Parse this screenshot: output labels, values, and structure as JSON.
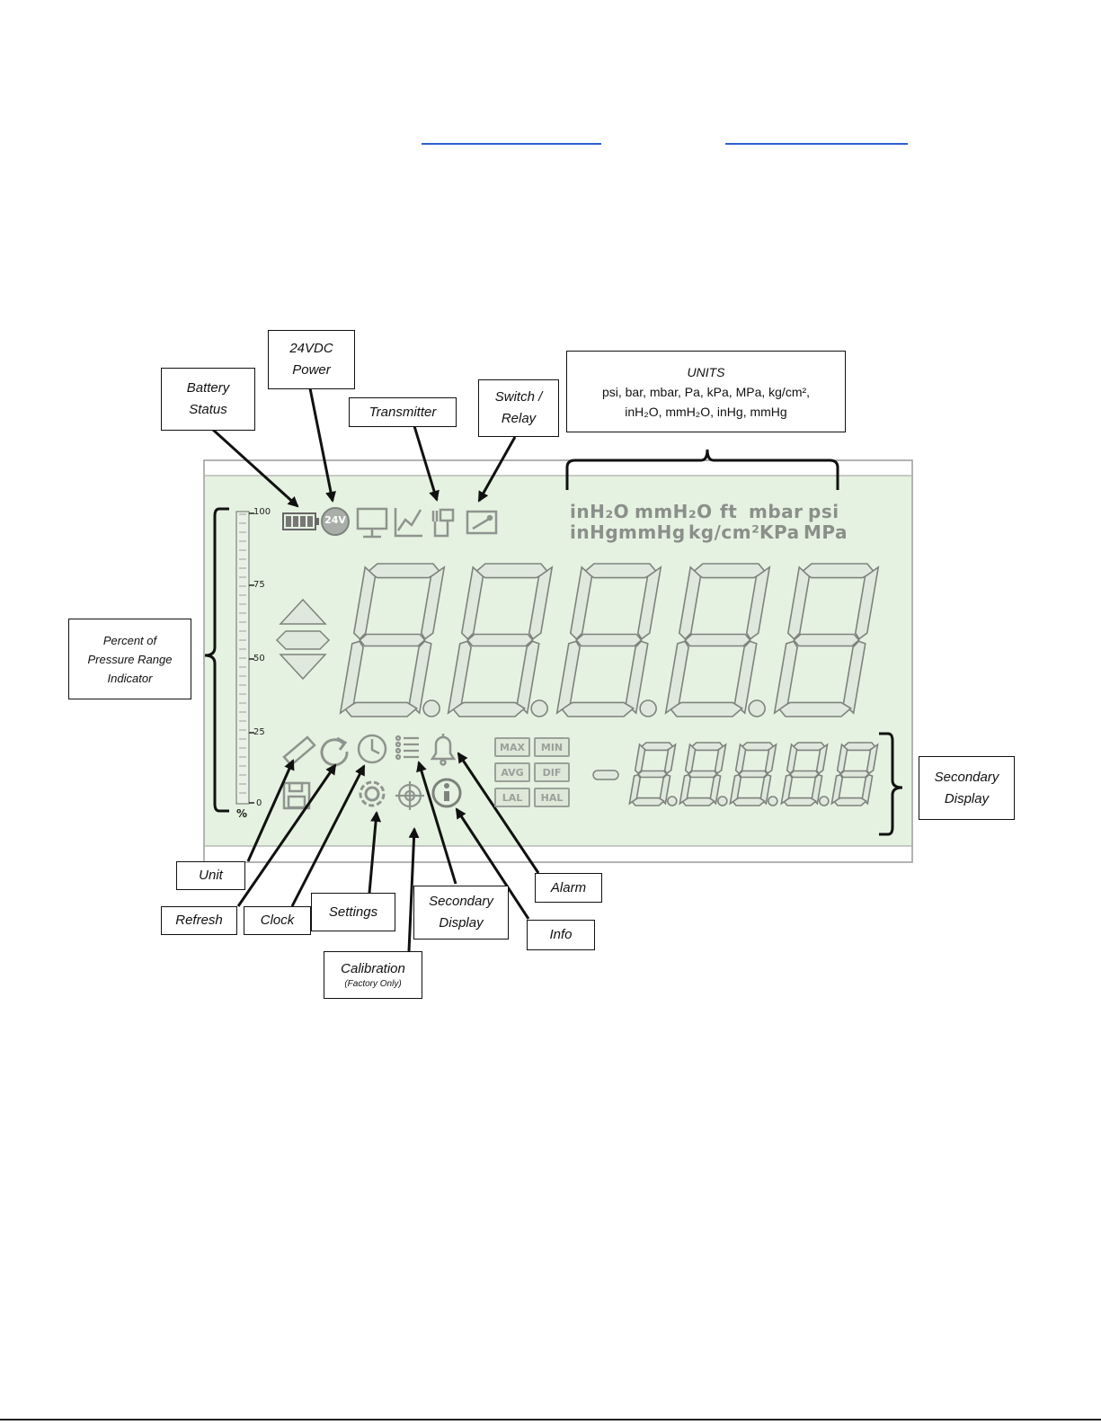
{
  "header_links": [
    "",
    ""
  ],
  "callouts": {
    "battery": "Battery\nStatus",
    "power": "24VDC\nPower",
    "transmitter": "Transmitter",
    "switch": "Switch /\nRelay",
    "units_title": "UNITS",
    "units_line1": "psi, bar, mbar, Pa, kPa, MPa, kg/cm²,",
    "units_line2": "inH₂O, mmH₂O, inHg, mmHg",
    "percent": "Percent of\nPressure Range\nIndicator",
    "secondary_right": "Secondary\nDisplay",
    "unit": "Unit",
    "refresh": "Refresh",
    "clock": "Clock",
    "settings": "Settings",
    "secondary_bottom": "Secondary\nDisplay",
    "alarm": "Alarm",
    "info": "Info",
    "calibration": "Calibration",
    "calibration_sub": "(Factory Only)"
  },
  "lcd": {
    "unit_row1": [
      "inH₂O",
      "mmH₂O",
      "ft",
      "mbar",
      "psi"
    ],
    "unit_row2": [
      "inHg",
      "mmHg",
      "kg/cm²",
      "KPa",
      "MPa"
    ],
    "scale_ticks": [
      "100",
      "75",
      "50",
      "25",
      "0"
    ],
    "scale_unit": "%",
    "power_badge": "24V",
    "modes": [
      "MAX",
      "MIN",
      "AVG",
      "DIF",
      "LAL",
      "HAL"
    ],
    "colors": {
      "panel": "#e6f2e1",
      "segment": "#dfe8dc",
      "segment_stroke": "#7d827d",
      "icon": "#8f948f"
    }
  }
}
